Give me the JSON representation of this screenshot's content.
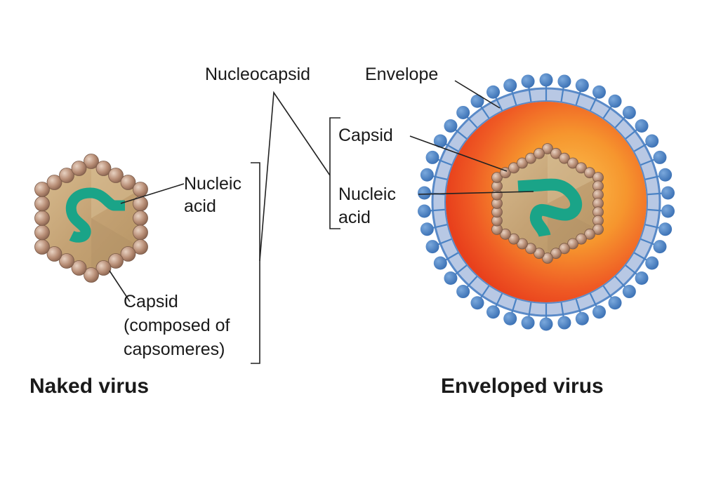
{
  "labels": {
    "nucleocapsid": "Nucleocapsid",
    "envelope": "Envelope",
    "naked_nucleic_acid_line1": "Nucleic",
    "naked_nucleic_acid_line2": "acid",
    "naked_capsid_line1": "Capsid",
    "naked_capsid_line2": "(composed of",
    "naked_capsid_line3": "capsomeres)",
    "env_capsid": "Capsid",
    "env_nucleic_acid_line1": "Nucleic",
    "env_nucleic_acid_line2": "acid"
  },
  "titles": {
    "naked": "Naked virus",
    "enveloped": "Enveloped virus"
  },
  "colors": {
    "capsomere": "#b88e76",
    "capsid_fill": "#c8a878",
    "nucleic_acid": "#1aa488",
    "envelope_ring": "#b8c8e4",
    "envelope_edge": "#5a8ac8",
    "spike": "#4a82c4",
    "interior_outer": "#ef4a22",
    "interior_inner": "#f7a23a"
  }
}
